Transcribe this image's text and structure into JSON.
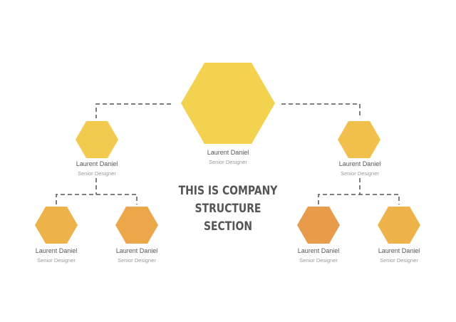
{
  "title": {
    "line1": "THIS IS COMPANY",
    "line2": "STRUCTURE SECTION"
  },
  "nodes": [
    {
      "name": "Laurent Daniel",
      "role": "Senior Designer",
      "color": "#F3D250"
    },
    {
      "name": "Laurent Daniel",
      "role": "Senior Designer",
      "color": "#F2CB4E"
    },
    {
      "name": "Laurent Daniel",
      "role": "Senior Designer",
      "color": "#F0BF4C"
    },
    {
      "name": "Laurent Daniel",
      "role": "Senior Designer",
      "color": "#EEB24A"
    },
    {
      "name": "Laurent Daniel",
      "role": "Senior Designer",
      "color": "#EBA74A"
    },
    {
      "name": "Laurent Daniel",
      "role": "Senior Designer",
      "color": "#E89B4A"
    },
    {
      "name": "Laurent Daniel",
      "role": "Senior Designer",
      "color": "#EEB24A"
    }
  ],
  "connector_color": "#555555"
}
